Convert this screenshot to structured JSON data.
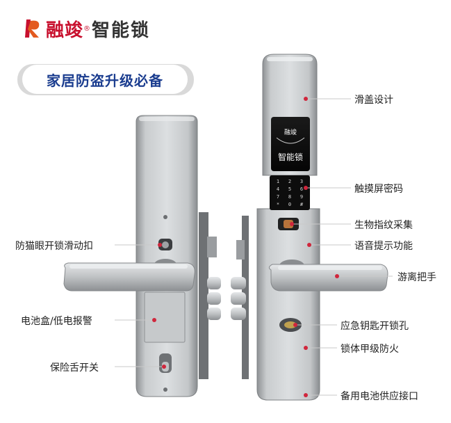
{
  "brand": {
    "name": "融竣",
    "registered": "®",
    "suffix": "智能锁"
  },
  "banner": {
    "text": "家居防盗升级必备"
  },
  "panel": {
    "logo_text": "融竣",
    "title": "智能锁"
  },
  "keypad": [
    "1",
    "2",
    "3",
    "4",
    "5",
    "6",
    "7",
    "8",
    "9",
    "*",
    "0",
    "#"
  ],
  "left_labels": {
    "peephole": "防猫眼开锁滑动扣",
    "battery": "电池盒/低电报警",
    "deadbolt": "保险舌开关"
  },
  "right_labels": {
    "slide_cover": "滑盖设计",
    "touch_password": "触摸屏密码",
    "fingerprint": "生物指纹采集",
    "voice": "语音提示功能",
    "handle": "游离把手",
    "key_hole": "应急钥匙开锁孔",
    "fireproof": "锁体甲级防火",
    "usb": "备用电池供应接口"
  },
  "colors": {
    "brand_red": "#c8102e",
    "banner_blue": "#1b3d8f",
    "callout_red": "#d0263c",
    "metal": "#b9bcbf"
  }
}
